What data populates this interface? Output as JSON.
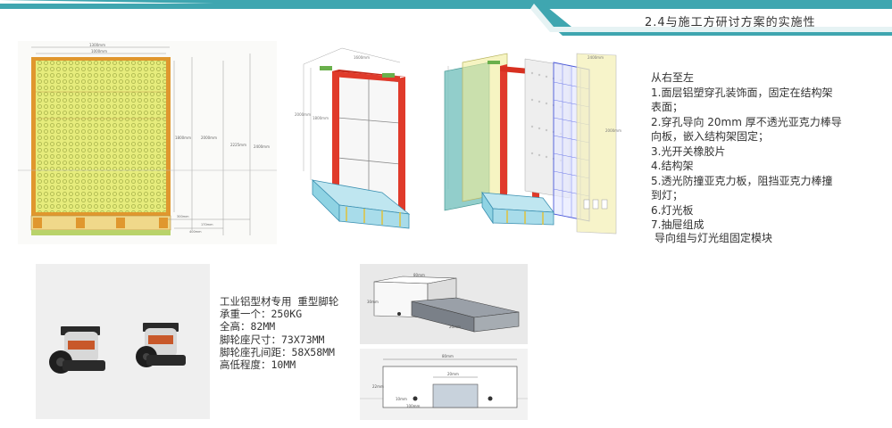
{
  "header": {
    "title": "2.4与施工方研讨方案的实施性",
    "accent_color": "#3fa6b0"
  },
  "drawing_front": {
    "dims": [
      "1300mm",
      "1000mm",
      "1800mm",
      "2000mm",
      "2225mm",
      "2400mm",
      "300mm",
      "170mm",
      "400mm"
    ]
  },
  "drawing_iso": {
    "dims": [
      "1600mm",
      "2000mm",
      "1800mm"
    ]
  },
  "drawing_exploded": {
    "dims": [
      "2400mm",
      "2000mm"
    ]
  },
  "notes": {
    "heading": "从右至左",
    "items": [
      "1.面层铝塑穿孔装饰面，固定在结构架表面；",
      "2.穿孔导向 20mm 厚不透光亚克力棒导向板，嵌入结构架固定；",
      "3.光开关橡胶片",
      "4.结构架",
      "5.透光防撞亚克力板，阻挡亚克力棒撞到灯；",
      "6.灯光板",
      "7.抽屉组成"
    ],
    "subnote": "导向组与灯光组固定模块"
  },
  "spec": {
    "lines": [
      "工业铝型材专用 重型脚轮",
      "承重一个：250KG",
      "全高：82MM",
      "脚轮座尺寸：73X73MM",
      "脚轮座孔间距：58X58MM",
      "高低程度：10MM"
    ]
  },
  "sketch_top": {
    "dims": [
      "80mm",
      "20mm",
      "30mm"
    ]
  },
  "sketch_bottom": {
    "dims": [
      "80mm",
      "20mm",
      "22mm",
      "10mm",
      "100mm"
    ]
  }
}
